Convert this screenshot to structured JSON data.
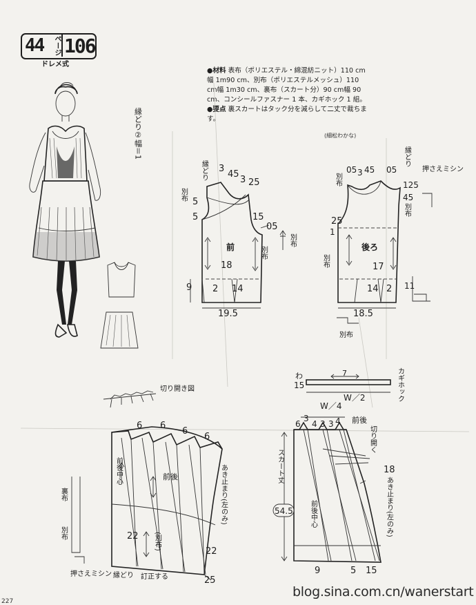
{
  "header": {
    "page_number": "44",
    "page_suffix": "ページ",
    "pattern_number": "106",
    "subtitle": "ドレメ式"
  },
  "materials": {
    "materials_label": "●材料",
    "materials_text": "表布（ポリエステル・綿混紡ニット）110 cm幅 1m90 cm、別布（ポリエステルメッシュ）110 cm幅 1m30 cm、裏布（スカート分）90 cm幅 90 cm、コンシールファスナー 1 本、カギホック 1 組。",
    "points_label": "●要点",
    "points_text": "裏スカートはタック分を減らして二丈で裁ちます。",
    "credit": "(細松わかな)"
  },
  "illustration_note": "縁どり②幅＝1",
  "bodice_front": {
    "title": "前",
    "labels": {
      "fuchidori": "縁どり",
      "betsununo": "別布",
      "betsununo_side": "別布",
      "betsununo_right": "別布"
    },
    "measures": {
      "m_3": "3",
      "m_45": "45",
      "m_3b": "3",
      "m_25": "25",
      "m_5a": "5",
      "m_5b": "5",
      "m_15": "15",
      "m_05": "05",
      "m_18": "18",
      "m_9": "9",
      "m_2": "2",
      "m_14": "14",
      "m_195": "19.5"
    }
  },
  "bodice_back": {
    "title": "後ろ",
    "labels": {
      "fuchidori": "縁どり",
      "osae": "押さえミシン",
      "betsununo_top": "別布",
      "betsununo_left": "別布",
      "betsununo_right": "別布",
      "betsununo_bottom": "別布"
    },
    "measures": {
      "m_05a": "05",
      "m_3": "3",
      "m_45": "45",
      "m_05b": "05",
      "m_125": "125",
      "m_45b": "45",
      "m_25": "25",
      "m_1": "1",
      "m_17": "17",
      "m_14": "14",
      "m_2": "2",
      "m_11": "11",
      "m_185": "18.5"
    }
  },
  "waistband": {
    "wa": "わ",
    "m_15": "15",
    "m_7": "7",
    "w_half": "W／2",
    "hook": "カギホック"
  },
  "skirt_left": {
    "title": "前後",
    "cut_diagram": "切り開き図",
    "center": "前後中心",
    "betsununo": "(別布)",
    "akidomari": "あき止まり(左のみ)",
    "uranuno": "裏布",
    "betsununo2": "別布",
    "osae": "押さえミシン",
    "fuchidori": "縁どり",
    "teisei": "訂正する",
    "m_6a": "6",
    "m_6b": "6",
    "m_6c": "6",
    "m_6d": "6",
    "m_22a": "22",
    "m_22b": "22",
    "m_25": "25"
  },
  "skirt_right": {
    "title": "前後",
    "length_label": "スカート丈",
    "length": "54.5",
    "center": "前後中心",
    "kirihiraku": "切り開く",
    "akidomari": "あき止まり(左のみ)",
    "w_quarter": "W／4",
    "m_6": "6",
    "m_3": "3",
    "m_4a": "4",
    "m_3b": "3",
    "m_3c": "3",
    "m_4b": "4",
    "m_18": "18",
    "m_9": "9",
    "m_5": "5",
    "m_15": "15"
  },
  "watermark": "blog.sina.com.cn/wanerstart",
  "page_footer": "227"
}
